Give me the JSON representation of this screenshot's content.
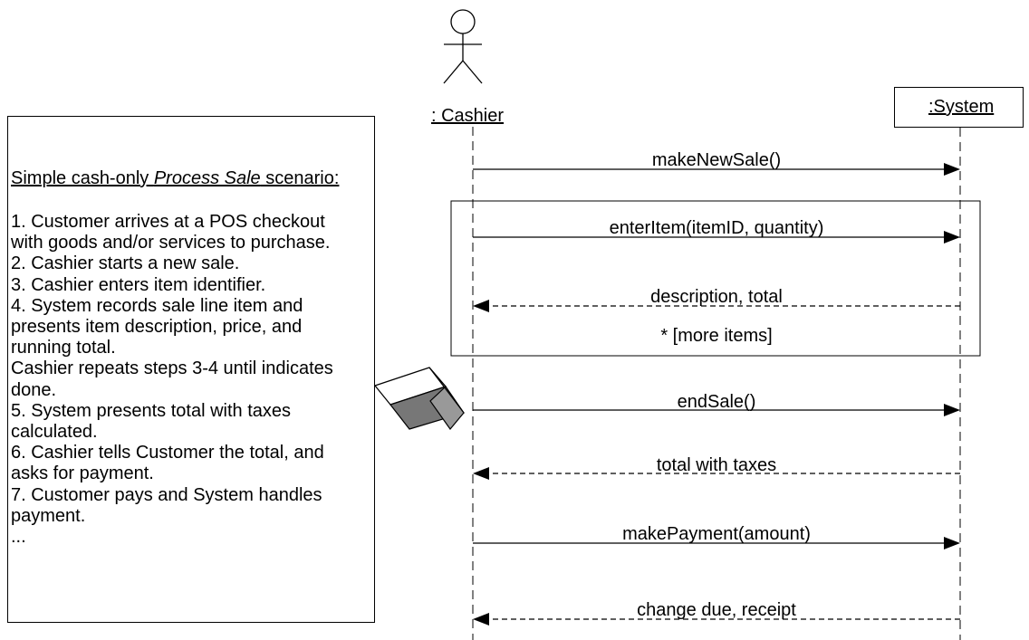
{
  "actor": {
    "name": ": Cashier"
  },
  "system": {
    "name": ":System"
  },
  "scenario": {
    "title_prefix": "Simple cash-only ",
    "title_italic": "Process Sale",
    "title_suffix": " scenario:",
    "lines": [
      "1. Customer arrives at a POS checkout",
      "with goods and/or services to purchase.",
      "2. Cashier starts a new sale.",
      "3. Cashier enters item identifier.",
      "4. System records sale line item and",
      "presents item description, price, and",
      "running total.",
      "Cashier repeats steps 3-4 until indicates",
      "done.",
      "5. System presents total with taxes",
      "calculated.",
      "6. Cashier tells Customer the total, and",
      "asks for payment.",
      "7. Customer pays and System handles",
      "payment.",
      "..."
    ]
  },
  "messages": [
    {
      "label": "makeNewSale()",
      "direction": "to-system",
      "style": "solid"
    },
    {
      "label": "enterItem(itemID, quantity)",
      "direction": "to-system",
      "style": "solid"
    },
    {
      "label": "description, total",
      "direction": "to-actor",
      "style": "dashed"
    },
    {
      "label": "endSale()",
      "direction": "to-system",
      "style": "solid"
    },
    {
      "label": "total with taxes",
      "direction": "to-actor",
      "style": "dashed"
    },
    {
      "label": "makePayment(amount)",
      "direction": "to-system",
      "style": "solid"
    },
    {
      "label": "change due, receipt",
      "direction": "to-actor",
      "style": "dashed"
    }
  ],
  "loop": {
    "guard": "* [more items]"
  }
}
